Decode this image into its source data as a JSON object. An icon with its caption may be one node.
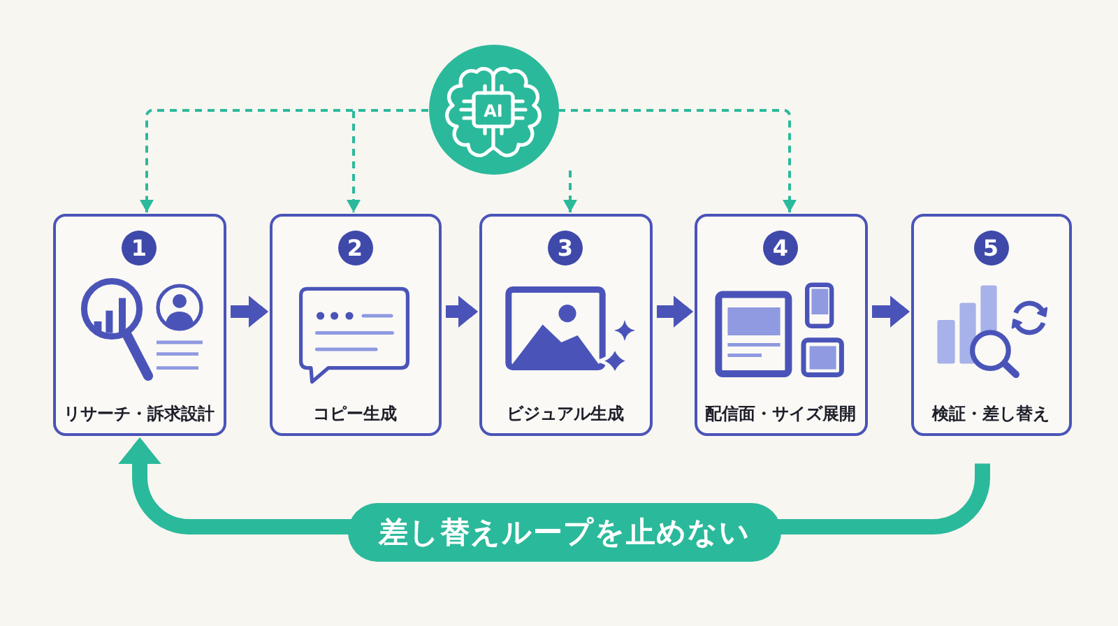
{
  "diagram": {
    "nodes": [
      {
        "text": [
          "AI"
        ]
      },
      {
        "text": [
          "1",
          "リサーチ・訴求設計"
        ]
      },
      {
        "text": [
          "2",
          "コピー生成"
        ]
      },
      {
        "text": [
          "3",
          "ビジュアル生成"
        ]
      },
      {
        "text": [
          "4",
          "配信面・サイズ展開"
        ]
      },
      {
        "text": [
          "5",
          "検証・差し替え"
        ]
      }
    ],
    "edges": [
      {
        "from": 0,
        "to": 1,
        "arrow": "to",
        "style": "dashed"
      },
      {
        "from": 0,
        "to": 2,
        "arrow": "to",
        "style": "dashed"
      },
      {
        "from": 0,
        "to": 3,
        "arrow": "to",
        "style": "dashed"
      },
      {
        "from": 0,
        "to": 4,
        "arrow": "to",
        "style": "dashed"
      },
      {
        "from": 1,
        "to": 2,
        "arrow": "to",
        "color": "#4a54b8"
      },
      {
        "from": 2,
        "to": 3,
        "arrow": "to",
        "color": "#4a54b8"
      },
      {
        "from": 3,
        "to": 4,
        "arrow": "to",
        "color": "#4a54b8"
      },
      {
        "from": 4,
        "to": 5,
        "arrow": "to",
        "color": "#4a54b8"
      },
      {
        "from": 5,
        "to": 1,
        "arrow": "to",
        "label": "差し替えループを止めない"
      }
    ]
  }
}
